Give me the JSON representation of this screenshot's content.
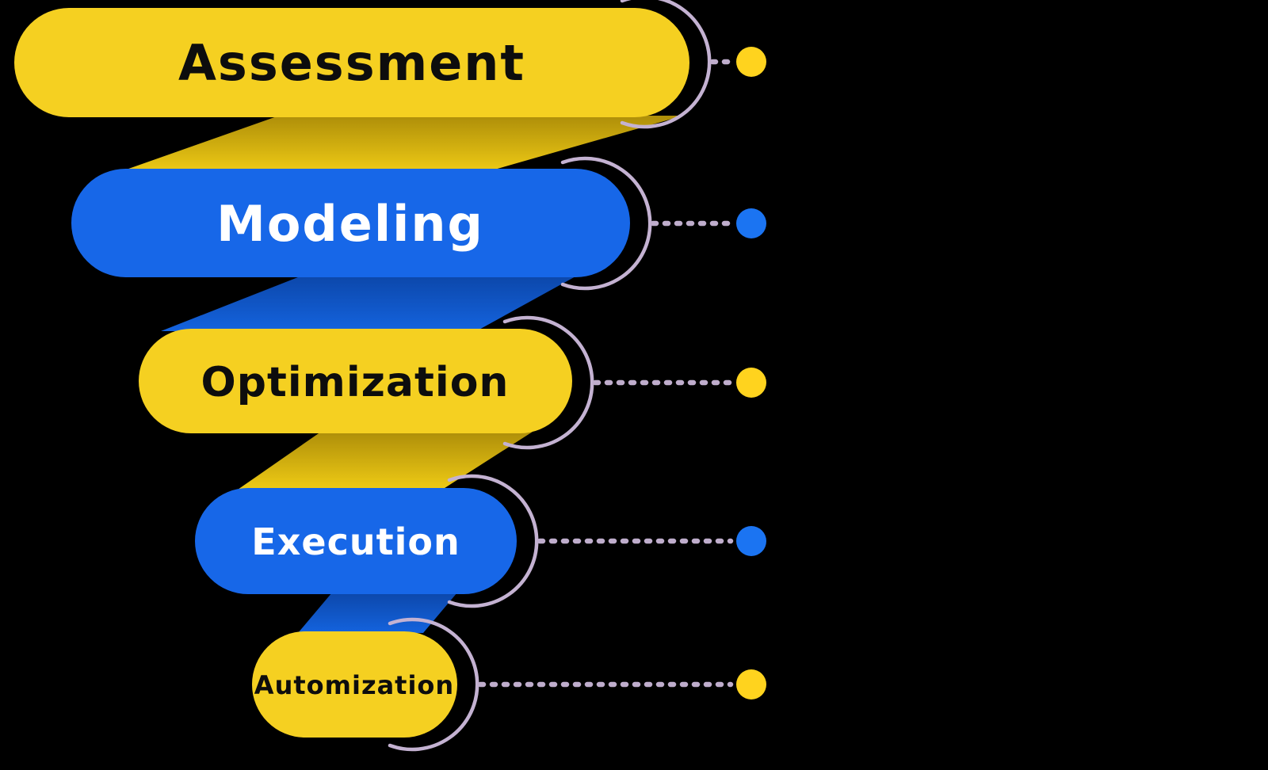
{
  "diagram": {
    "type": "funnel",
    "background": "#000000",
    "stages": [
      {
        "label": "Assessment",
        "fill": "#F5D021",
        "text_color": "#0d0d0d",
        "dot_color": "#FFD31E"
      },
      {
        "label": "Modeling",
        "fill": "#1767E8",
        "text_color": "#ffffff",
        "dot_color": "#1B74F2"
      },
      {
        "label": "Optimization",
        "fill": "#F5D021",
        "text_color": "#0d0d0d",
        "dot_color": "#FFD31E"
      },
      {
        "label": "Execution",
        "fill": "#1767E8",
        "text_color": "#ffffff",
        "dot_color": "#1B74F2"
      },
      {
        "label": "Automization",
        "fill": "#F5D021",
        "text_color": "#0d0d0d",
        "dot_color": "#FFD31E"
      }
    ],
    "connector": {
      "line_color": "#BFADCC",
      "arc_color": "#C4B2D2"
    },
    "ribbons": {
      "yellow_dark": "#AE8E09",
      "yellow_light": "#EFCB15",
      "blue_dark": "#0C47AA",
      "blue_light": "#1463DE"
    }
  }
}
